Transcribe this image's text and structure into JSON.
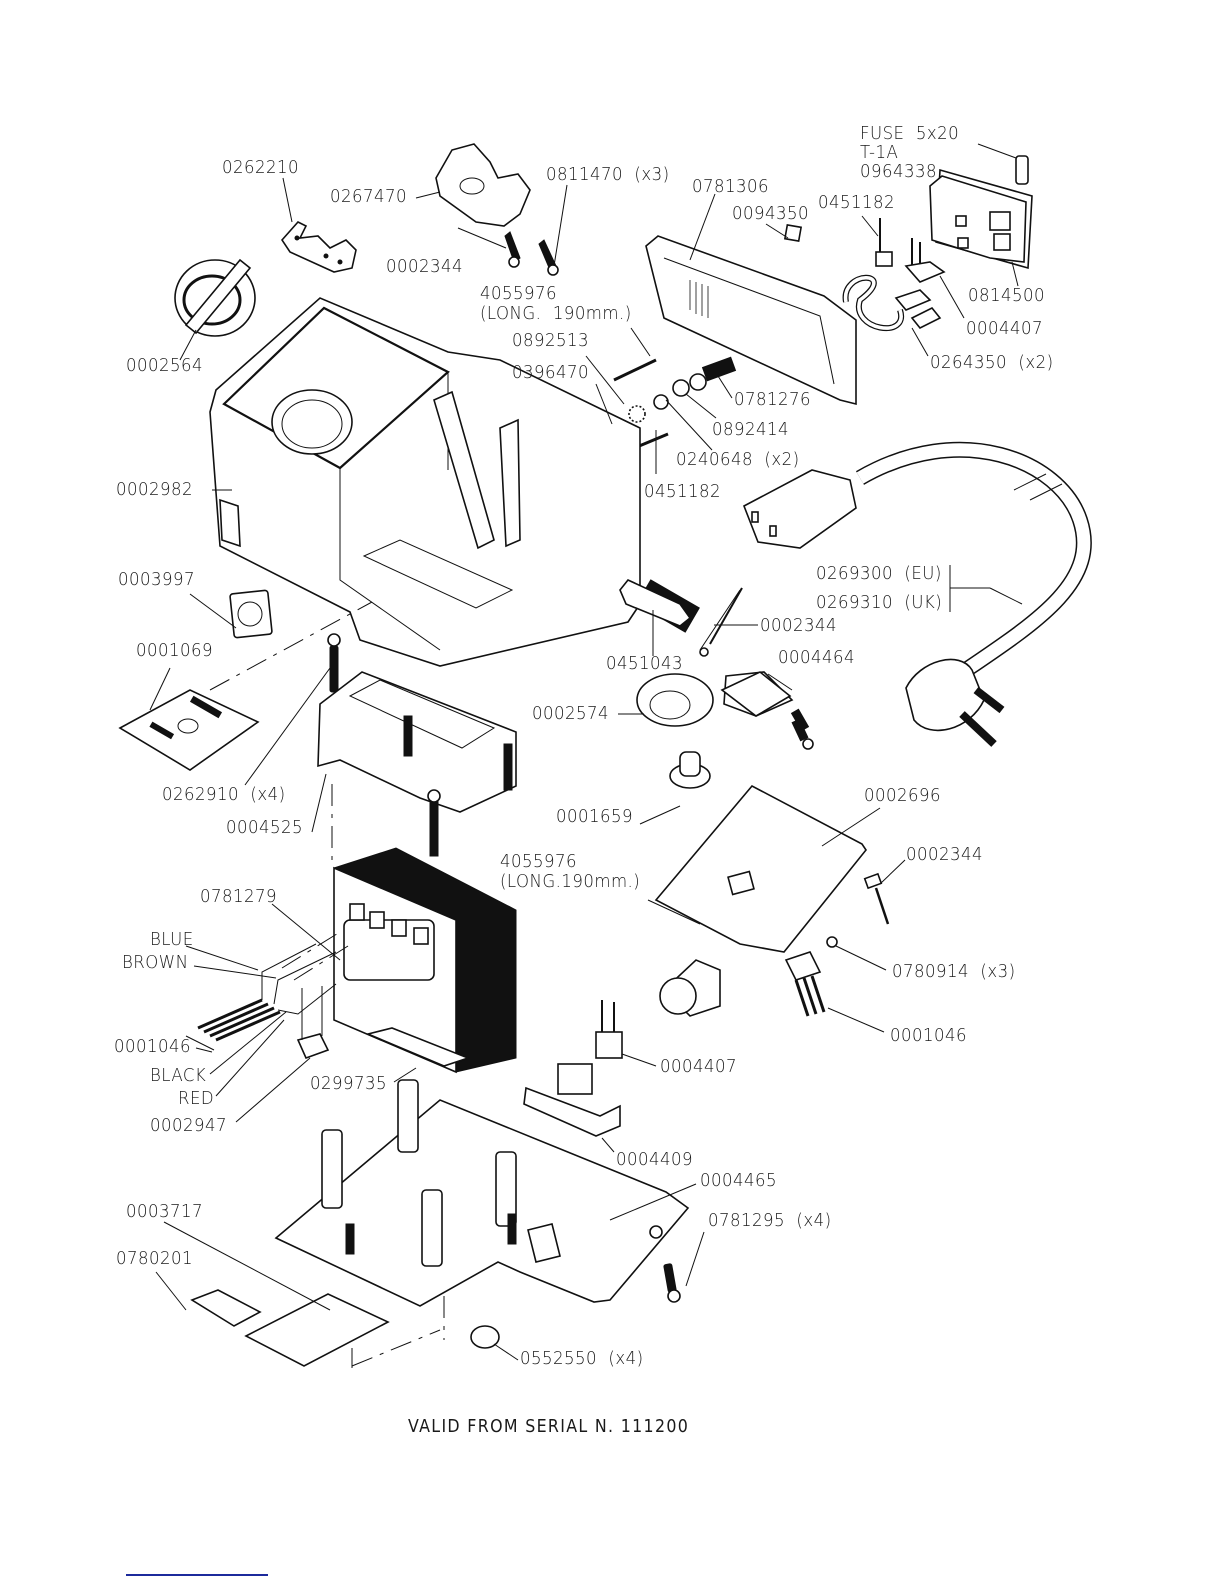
{
  "diagram": {
    "type": "exploded-parts-view",
    "footer_note": "VALID FROM SERIAL N. 111200",
    "callouts": {
      "c0262210": "0262210",
      "c0267470": "0267470",
      "c0811470": "0811470  (x3)",
      "c0781306": "0781306",
      "c0094350": "0094350",
      "c0451182_top": "0451182",
      "fuse_line1": "FUSE  5x20",
      "fuse_line2": "T-1A",
      "fuse_line3": "0964338",
      "c0814500": "0814500",
      "c0004407_top": "0004407",
      "c0264350": "0264350  (x2)",
      "c0002344_top": "0002344",
      "c0002564": "0002564",
      "c4055976_top_line1": "4055976",
      "c4055976_top_line2": "(LONG.  190mm.)",
      "c0892513": "0892513",
      "c0396470": "0396470",
      "c0781276": "0781276",
      "c0892414": "0892414",
      "c0240648": "0240648  (x2)",
      "c0451182_mid": "0451182",
      "c0002982": "0002982",
      "c0269300": "0269300  (EU)",
      "c0269310": "0269310  (UK)",
      "c0003997": "0003997",
      "c0002344_mid": "0002344",
      "c0451043": "0451043",
      "c0004464": "0004464",
      "c0001069": "0001069",
      "c0002574": "0002574",
      "c0262910": "0262910  (x4)",
      "c0004525": "0004525",
      "c0002696": "0002696",
      "c0001659": "0001659",
      "c0002344_low": "0002344",
      "c4055976_low_line1": "4055976",
      "c4055976_low_line2": "(LONG.190mm.)",
      "c0781279": "0781279",
      "wire_blue": "BLUE",
      "wire_brown": "BROWN",
      "c0780914": "0780914  (x3)",
      "c0001046_left": "0001046",
      "c0001046_right": "0001046",
      "wire_black": "BLACK",
      "c0004407_low": "0004407",
      "wire_red": "RED",
      "c0299735": "0299735",
      "c0002947": "0002947",
      "c0004409": "0004409",
      "c0004465": "0004465",
      "c0003717": "0003717",
      "c0781295": "0781295  (x4)",
      "c0780201": "0780201",
      "c0552550": "0552550  (x4)"
    },
    "colors": {
      "line": "#111111",
      "paper": "#ffffff",
      "bottom_rule": "#1c2a9c"
    }
  }
}
